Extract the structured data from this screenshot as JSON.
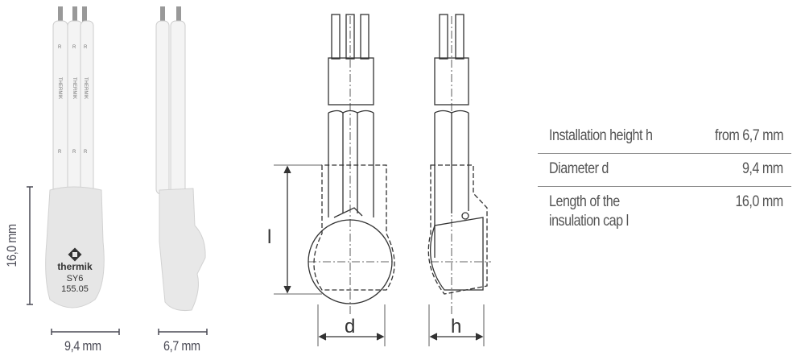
{
  "photos": {
    "front": {
      "wire_print": [
        "R",
        "THERMIK",
        "R"
      ],
      "cap_logo_text": "thermik",
      "cap_type": "SY6",
      "cap_code": "155.05",
      "height_dim": "16,0 mm",
      "width_dim": "9,4 mm"
    },
    "side": {
      "width_dim": "6,7 mm"
    }
  },
  "drawings": {
    "front_length_label": "l",
    "front_diameter_label": "d",
    "side_height_label": "h"
  },
  "specs": [
    {
      "label": "Installation height h",
      "value": "from 6,7 mm"
    },
    {
      "label": "Diameter d",
      "value": "9,4 mm"
    },
    {
      "label": "Length of the\ninsulation cap l",
      "value": "16,0 mm"
    }
  ],
  "colors": {
    "dim_line": "#4a4a55",
    "cap": "#e6e6e6",
    "rule": "#8a8a8a"
  }
}
